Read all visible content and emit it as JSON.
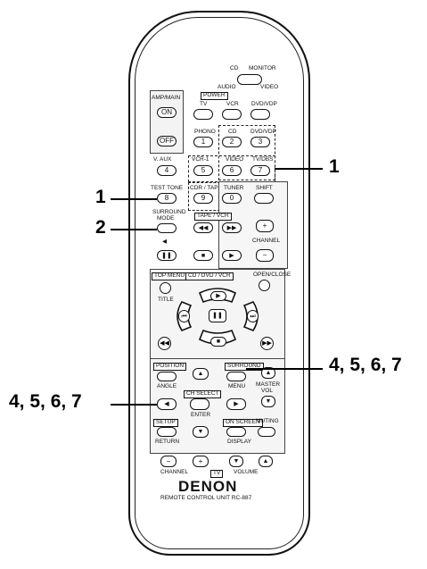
{
  "remote": {
    "brand": "DENON",
    "model": "REMOTE CONTROL UNIT RC-887",
    "mode_switch": [
      "CD",
      "MONITOR",
      "AUDIO",
      "VIDEO"
    ],
    "power_group": "POWER",
    "power_labels": [
      "TV",
      "VCR",
      "DVD/VDP"
    ],
    "amp_power": "AMP/MAIN",
    "on": "ON",
    "off": "OFF",
    "source_top": [
      "PHONO",
      "CD",
      "DVD/VDP"
    ],
    "source_top_nums": [
      "1",
      "2",
      "3"
    ],
    "v_aux": "V. AUX",
    "v_aux_num": "4",
    "source_mid": [
      "VCR-1",
      "VIDEO",
      "TV/DBS"
    ],
    "source_mid_nums": [
      "5",
      "6",
      "7"
    ],
    "row3_labels": [
      "TEST TONE",
      "CDR / TAPE",
      "TUNER",
      "SHIFT"
    ],
    "row3_nums": [
      "8",
      "9",
      "0"
    ],
    "surround_mode": [
      "SURROUND",
      "MODE"
    ],
    "tape_ctrl": "TAPE / VCR",
    "channel": "CHANNEL",
    "ch_plus": "+",
    "ch_minus": "−",
    "top_menu": "TOP MENU",
    "cd_dvd": "CD / DVD / VCR",
    "open_close": "OPEN/CLOSE",
    "title": "TITLE",
    "position": "POSITION",
    "angle": "ANGLE",
    "surround_p": "SURROUND",
    "menu": "MENU",
    "master_vol": [
      "MASTER",
      "VOL"
    ],
    "ch_select": "CH SELECT",
    "enter": "ENTER",
    "setup": "SETUP",
    "return_lbl": "RETURN",
    "on_screen": "ON SCREEN",
    "display": "DISPLAY",
    "mute_info": "MUTING",
    "channel_bottom": "CHANNEL",
    "tv": "TV",
    "volume": "VOLUME",
    "plus": "+",
    "minus": "−"
  },
  "callouts": {
    "right_1": "1",
    "left_1": "1",
    "left_2": "2",
    "right_4567": "4, 5, 6, 7",
    "left_4567": "4, 5, 6, 7"
  }
}
